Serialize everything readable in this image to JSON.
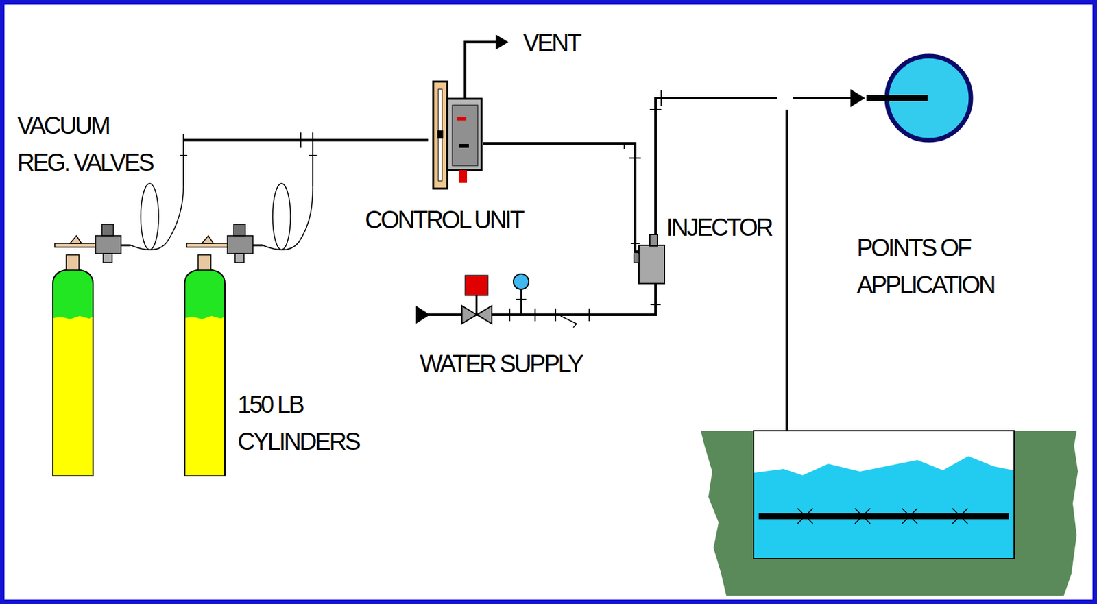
{
  "diagram": {
    "labels": [
      "VACUUM REG. VALVES",
      "150 LB CYLINDERS",
      "VENT",
      "CONTROL UNIT",
      "INJECTOR",
      "WATER SUPPLY",
      "POINTS OF APPLICATION"
    ]
  }
}
